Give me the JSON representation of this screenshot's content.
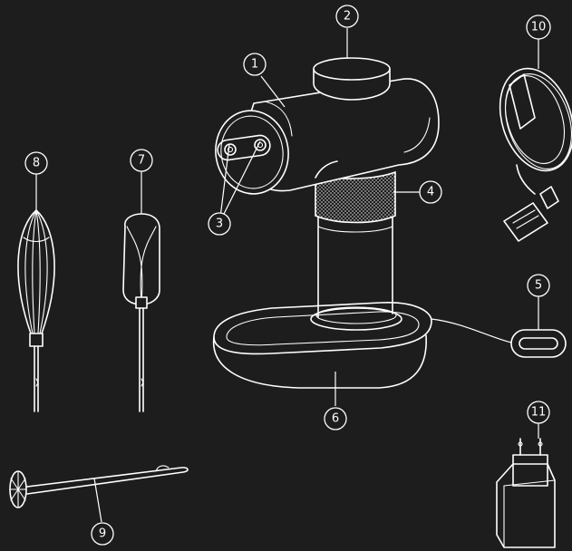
{
  "colors": {
    "background": "#1d1d1d",
    "line": "#ffffff"
  },
  "callouts": {
    "c1": "1",
    "c2": "2",
    "c3": "3",
    "c4": "4",
    "c5": "5",
    "c6": "6",
    "c7": "7",
    "c8": "8",
    "c9": "9",
    "c10": "10",
    "c11": "11"
  },
  "parts": [
    {
      "id": "c1",
      "icon": "motor-body-icon"
    },
    {
      "id": "c2",
      "icon": "top-button-icon"
    },
    {
      "id": "c3",
      "icon": "attachment-socket-icon"
    },
    {
      "id": "c4",
      "icon": "grip-band-icon"
    },
    {
      "id": "c5",
      "icon": "usb-c-port-icon"
    },
    {
      "id": "c6",
      "icon": "charging-base-icon"
    },
    {
      "id": "c7",
      "icon": "dough-hook-icon"
    },
    {
      "id": "c8",
      "icon": "balloon-whisk-icon"
    },
    {
      "id": "c9",
      "icon": "milk-frother-icon"
    },
    {
      "id": "c10",
      "icon": "usb-cable-icon"
    },
    {
      "id": "c11",
      "icon": "power-adapter-icon"
    }
  ]
}
